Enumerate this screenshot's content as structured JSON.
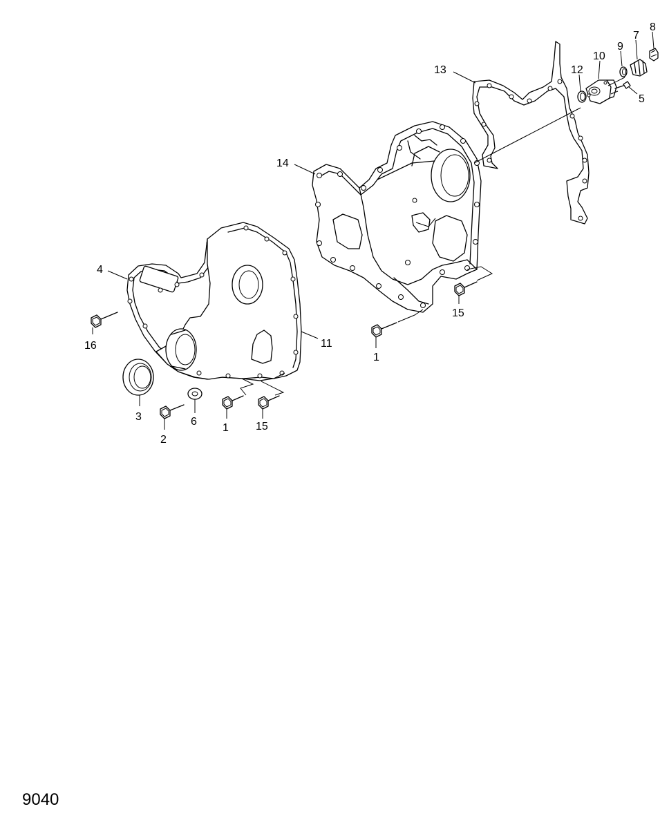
{
  "drawing_number": "9040",
  "callouts": [
    {
      "id": "c4",
      "label": "4"
    },
    {
      "id": "c16",
      "label": "16"
    },
    {
      "id": "c3",
      "label": "3"
    },
    {
      "id": "c2",
      "label": "2"
    },
    {
      "id": "c6",
      "label": "6"
    },
    {
      "id": "c1a",
      "label": "1"
    },
    {
      "id": "c15a",
      "label": "15"
    },
    {
      "id": "c11",
      "label": "11"
    },
    {
      "id": "c14",
      "label": "14"
    },
    {
      "id": "c1b",
      "label": "1"
    },
    {
      "id": "c15b",
      "label": "15"
    },
    {
      "id": "c13",
      "label": "13"
    },
    {
      "id": "c12",
      "label": "12"
    },
    {
      "id": "c10",
      "label": "10"
    },
    {
      "id": "c9",
      "label": "9"
    },
    {
      "id": "c7",
      "label": "7"
    },
    {
      "id": "c8",
      "label": "8"
    },
    {
      "id": "c5",
      "label": "5"
    }
  ]
}
